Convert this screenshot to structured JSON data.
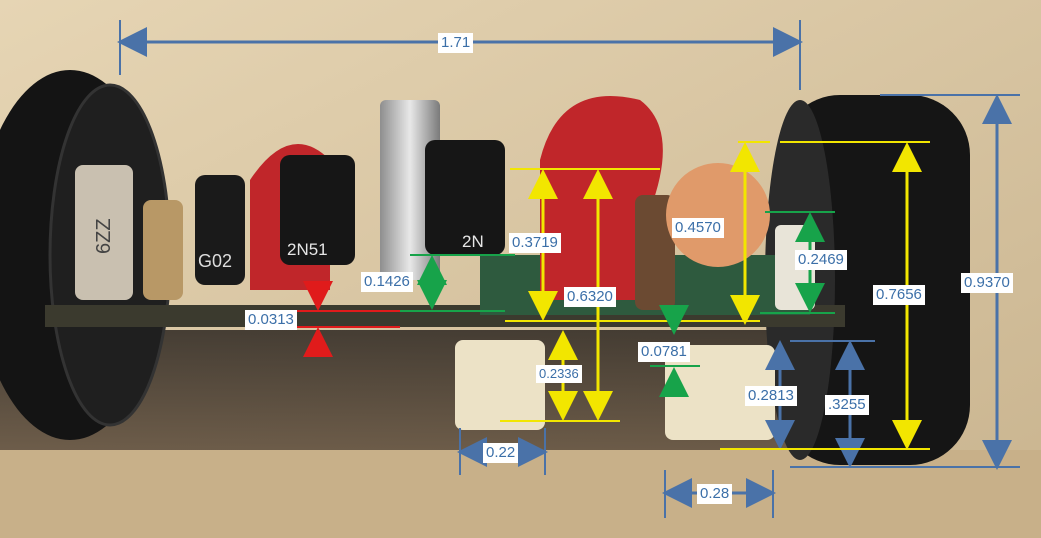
{
  "photo": {
    "subject": "Disassembled cylindrical circuit board with dimension callouts",
    "colors": {
      "blue_dimension": "#4a72a8",
      "yellow_dimension": "#f2e600",
      "green_dimension": "#17a34a",
      "red_dimension": "#e01b1b",
      "label_text": "#3b6fa8",
      "wood_background": "#d8c6a6",
      "pcb_green": "#2e5a3e"
    },
    "component_markings": {
      "transistor_left": "2N51",
      "transistor_right": "2N",
      "resistor_left": "6ZZ",
      "capacitor_small": "G02"
    }
  },
  "dimensions": {
    "overall_length": "1.71",
    "outer_diameter": "0.9370",
    "inner_height": "0.7656",
    "half_outer": ".3255",
    "lower_half": "0.2813",
    "right_component_gap": "0.2469",
    "tall_component_height": "0.6320",
    "upper_cap_height": "0.4570",
    "upper_gap": "0.3719",
    "lower_gap": "0.2336",
    "transistor_gap": "0.1426",
    "lead_gap": "0.0781",
    "board_thickness": "0.0313",
    "support_width_left": "0.22",
    "support_width_right": "0.28"
  }
}
